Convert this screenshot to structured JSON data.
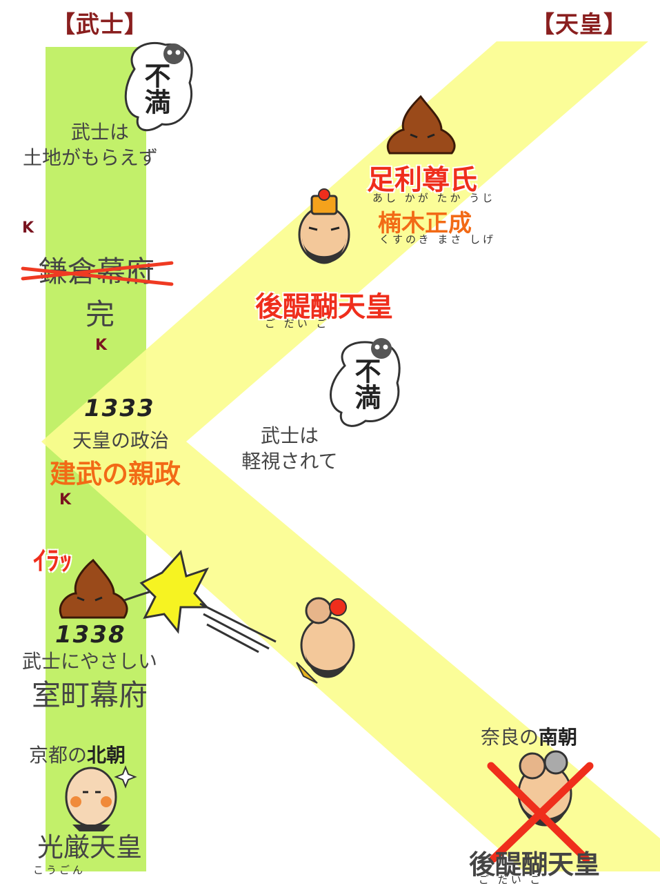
{
  "headers": {
    "left": "【武士】",
    "right": "【天皇】"
  },
  "bubbles": {
    "top": "不満",
    "middle": "不満"
  },
  "left_column": {
    "complaint_line1": "武士は",
    "complaint_line2": "土地がもらえず",
    "kamakura": "鎌倉幕府",
    "kan": "完",
    "year_1333": "1333",
    "emperor_politics": "天皇の政治",
    "kenmu": "建武の親政",
    "iratsu": "ｲﾗｯ",
    "year_1338": "1338",
    "samurai_kind": "武士にやさしい",
    "muromachi": "室町幕府",
    "kyoto_prefix": "京都の",
    "kyoto_bold": "北朝",
    "kogon": "光厳天皇",
    "kogon_ruby": "こうごん"
  },
  "right_band": {
    "ashikaga": "足利尊氏",
    "ashikaga_ruby": "あし かが たか うじ",
    "kusunoki": "楠木正成",
    "kusunoki_ruby": "くすのき まさ しげ",
    "godaigo": "後醍醐天皇",
    "godaigo_ruby": "ご だい ご",
    "samurai_ignored_line1": "武士は",
    "samurai_ignored_line2": "軽視されて",
    "nara_prefix": "奈良の",
    "nara_bold": "南朝",
    "godaigo_bottom": "後醍醐天皇",
    "godaigo_bottom_ruby": "ご だい ご"
  },
  "k_mark": "K",
  "colors": {
    "green_band": "#c2f06a",
    "yellow_band": "#fbfd8f",
    "red": "#ef2e1c",
    "orange": "#f26a16",
    "header": "#8a1f1f",
    "poop": "#9a4a1a"
  }
}
